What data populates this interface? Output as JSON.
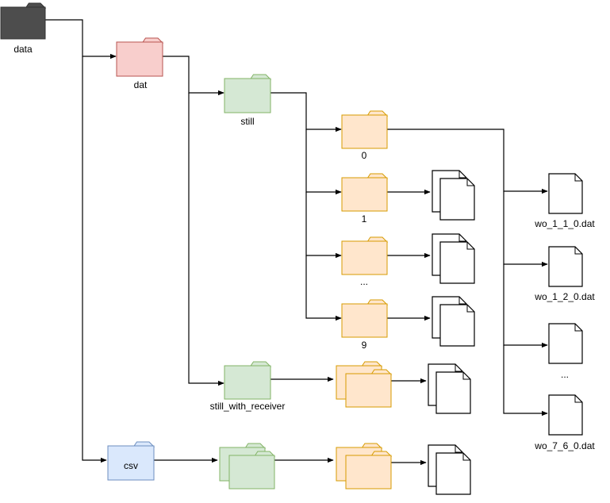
{
  "diagram": {
    "labels": {
      "data": "data",
      "dat": "dat",
      "still": "still",
      "folder_0": "0",
      "folder_1": "1",
      "folder_ellipsis": "...",
      "folder_9": "9",
      "still_with_receiver": "still_with_receiver",
      "csv": "csv",
      "file_1": "wo_1_1_0.dat",
      "file_2": "wo_1_2_0.dat",
      "file_ellipsis": "...",
      "file_last": "wo_7_6_0.dat"
    },
    "colors": {
      "root_fill": "#4d4d4d",
      "root_stroke": "#333333",
      "red_fill": "#f8cecc",
      "red_stroke": "#b85450",
      "green_fill": "#d5e8d4",
      "green_stroke": "#82b366",
      "orange_fill": "#ffe6cc",
      "orange_stroke": "#d79b00",
      "blue_fill": "#dae8fc",
      "blue_stroke": "#6c8ebf",
      "line": "#000000",
      "file_fill": "#ffffff",
      "file_stroke": "#000000"
    }
  }
}
